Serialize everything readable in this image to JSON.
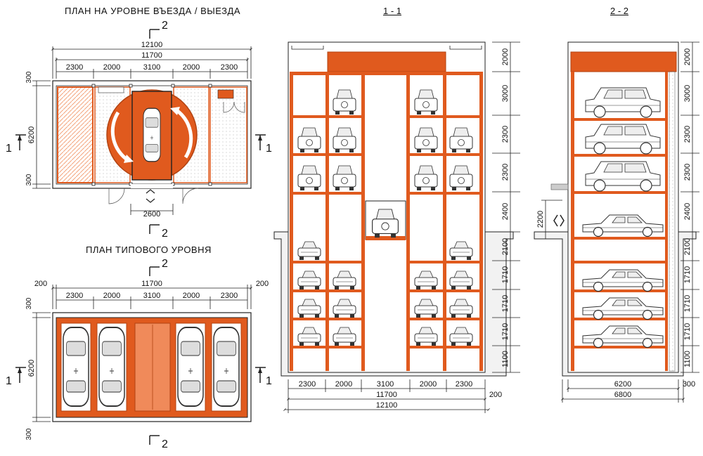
{
  "titles": {
    "plan_entry": "ПЛАН  НА  УРОВНЕ  ВЪЕЗДА / ВЫЕЗДА",
    "plan_typical": "ПЛАН  ТИПОВОГО  УРОВНЯ",
    "section_1": "1 - 1",
    "section_2": "2 - 2"
  },
  "markers": {
    "one": "1",
    "two": "2"
  },
  "colors": {
    "structure": "#e05a1e",
    "fill": "#f08a5a",
    "line": "#222222"
  },
  "plan_entry": {
    "total": "12100",
    "inner": "11700",
    "bays": [
      "2300",
      "2000",
      "3100",
      "2000",
      "2300"
    ],
    "depth": "6200",
    "margin_top": "300",
    "margin_bottom": "300",
    "gate": "2600"
  },
  "plan_typical": {
    "side_left": "200",
    "side_right": "200",
    "inner": "11700",
    "bays": [
      "2300",
      "2000",
      "3100",
      "2000",
      "2300"
    ],
    "depth": "6200",
    "margin_top": "300",
    "margin_bottom": "300"
  },
  "section_11": {
    "levels": [
      "2000",
      "3000",
      "2300",
      "2300",
      "2400",
      "2100",
      "1710",
      "1710",
      "1710",
      "1100"
    ],
    "bays": [
      "2300",
      "2000",
      "3100",
      "2000",
      "2300"
    ],
    "inner": "11700",
    "total": "12100",
    "wall": "200"
  },
  "section_22": {
    "levels": [
      "2000",
      "3000",
      "2300",
      "2300",
      "2400",
      "2100",
      "1710",
      "1710",
      "1710",
      "1100"
    ],
    "gate": "2200",
    "width": "6200",
    "wall": "300",
    "total": "6800"
  }
}
